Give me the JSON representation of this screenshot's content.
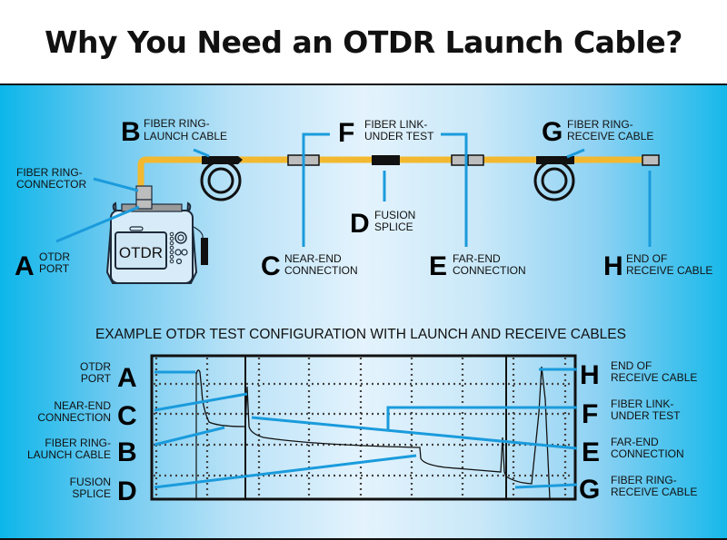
{
  "title": "Why You Need an OTDR Launch Cable?",
  "colors": {
    "fiber": "#f2b930",
    "pointer": "#1a9bdc",
    "connector": "#bdbdbd",
    "ink": "#111111",
    "panel_edge": "#0cb6ea",
    "panel_center": "#e4f3fd"
  },
  "device": {
    "screen_text": "OTDR"
  },
  "top_labels": {
    "fiber_ring_connector": [
      "FIBER RING-",
      "CONNECTOR"
    ],
    "A": {
      "letter": "A",
      "lines": [
        "OTDR",
        "PORT"
      ]
    },
    "B": {
      "letter": "B",
      "lines": [
        "FIBER RING-",
        "LAUNCH CABLE"
      ]
    },
    "F": {
      "letter": "F",
      "lines": [
        "FIBER LINK-",
        "UNDER TEST"
      ]
    },
    "G": {
      "letter": "G",
      "lines": [
        "FIBER RING-",
        "RECEIVE CABLE"
      ]
    },
    "D": {
      "letter": "D",
      "lines": [
        "FUSION",
        "SPLICE"
      ]
    },
    "C": {
      "letter": "C",
      "lines": [
        "NEAR-END",
        "CONNECTION"
      ]
    },
    "E": {
      "letter": "E",
      "lines": [
        "FAR-END",
        "CONNECTION"
      ]
    },
    "H": {
      "letter": "H",
      "lines": [
        "END OF",
        "RECEIVE CABLE"
      ]
    }
  },
  "subtitle": "EXAMPLE OTDR TEST CONFIGURATION WITH LAUNCH AND RECEIVE CABLES",
  "trace_left_legend": [
    {
      "letter": "A",
      "lines": [
        "OTDR",
        "PORT"
      ]
    },
    {
      "letter": "C",
      "lines": [
        "NEAR-END",
        "CONNECTION"
      ]
    },
    {
      "letter": "B",
      "lines": [
        "FIBER RING-",
        "LAUNCH CABLE"
      ]
    },
    {
      "letter": "D",
      "lines": [
        "FUSION",
        "SPLICE"
      ]
    }
  ],
  "trace_right_legend": [
    {
      "letter": "H",
      "lines": [
        "END OF",
        "RECEIVE CABLE"
      ]
    },
    {
      "letter": "F",
      "lines": [
        "FIBER LINK-",
        "UNDER TEST"
      ]
    },
    {
      "letter": "E",
      "lines": [
        "FAR-END",
        "CONNECTION"
      ]
    },
    {
      "letter": "G",
      "lines": [
        "FIBER RING-",
        "RECEIVE CABLE"
      ]
    }
  ]
}
